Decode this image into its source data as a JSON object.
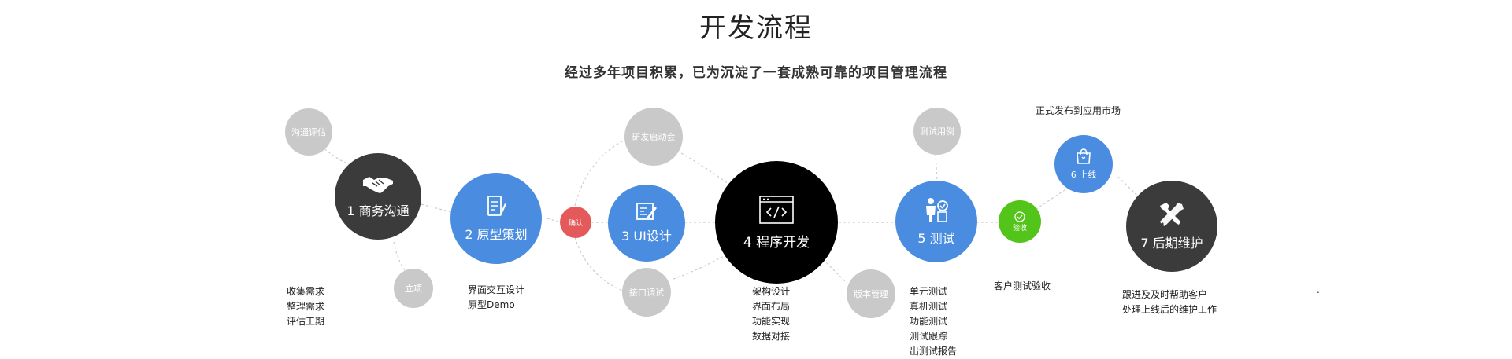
{
  "title": "开发流程",
  "subtitle": "经过多年项目积累，已为沉淀了一套成熟可靠的项目管理流程",
  "main_steps": [
    {
      "label": "1 商务沟通",
      "icon": "handshake-icon"
    },
    {
      "label": "2 原型策划",
      "icon": "document-pen-icon"
    },
    {
      "label": "3 UI设计",
      "icon": "design-board-icon"
    },
    {
      "label": "4 程序开发",
      "icon": "code-window-icon"
    },
    {
      "label": "5 测试",
      "icon": "person-check-icon"
    },
    {
      "label": "6 上线",
      "icon": "shopping-bag-icon"
    },
    {
      "label": "7 后期维护",
      "icon": "tools-icon"
    }
  ],
  "minor_steps": {
    "communication_eval": "沟通评估",
    "project_setup": "立项",
    "confirm": "确认",
    "dev_kickoff": "研发启动会",
    "api_test": "接口调试",
    "version_control": "版本管理",
    "test_cases": "测试用例",
    "acceptance": "验收"
  },
  "notes": {
    "step1": [
      "收集需求",
      "整理需求",
      "评估工期"
    ],
    "step2": [
      "界面交互设计",
      "原型Demo"
    ],
    "step4": [
      "架构设计",
      "界面布局",
      "功能实现",
      "数据对接"
    ],
    "step5": [
      "单元测试",
      "真机测试",
      "功能测试",
      "测试跟踪",
      "出测试报告"
    ],
    "acceptance": [
      "客户测试验收"
    ],
    "step6": [
      "正式发布到应用市场"
    ],
    "step7": [
      "跟进及及时帮助客户",
      "处理上线后的维护工作"
    ]
  },
  "trailing_mark": ".",
  "colors": {
    "dark": "#3b3b3b",
    "blue": "#4a8de0",
    "black": "#000000",
    "red": "#e45a5a",
    "green": "#52c41a",
    "grey": "#c9c9c9",
    "connector": "#cccccc"
  }
}
